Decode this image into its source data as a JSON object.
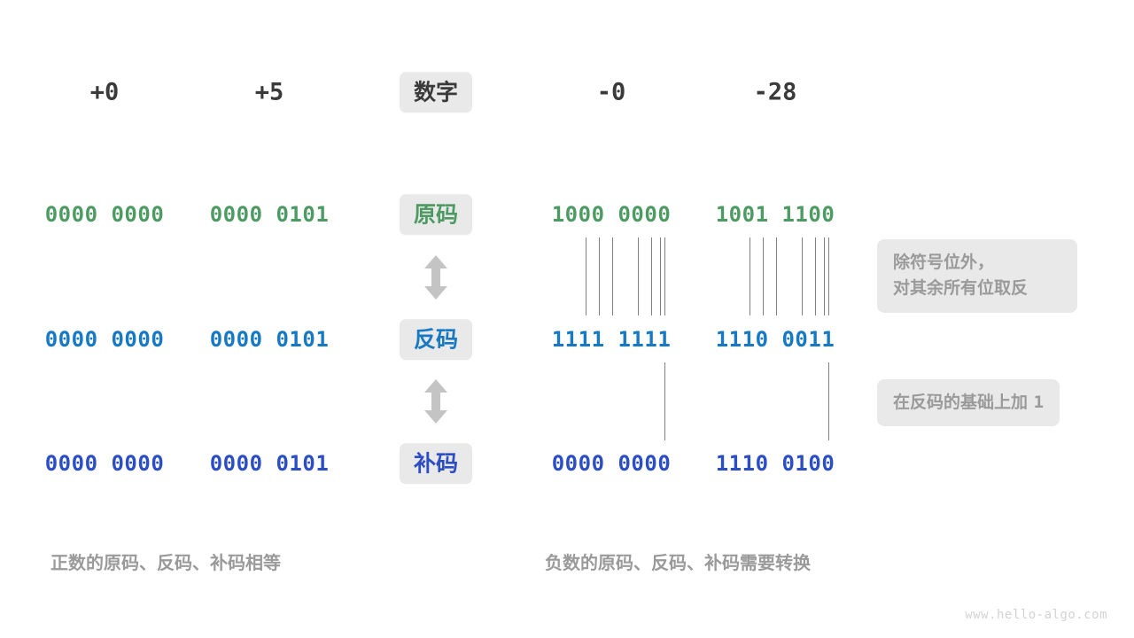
{
  "meta": {
    "background": "#ffffff",
    "watermark": "www.hello-algo.com"
  },
  "colors": {
    "sign_magnitude": "#4e9a63",
    "ones_complement": "#1779c4",
    "twos_complement": "#2b4ec4",
    "badge_bg": "#e9e9e9",
    "note_text": "#9a9a9a",
    "header_text": "#3a3a3a",
    "connector_line": "#808080"
  },
  "columns": {
    "header_label": "数字",
    "positive": [
      {
        "value": "+0"
      },
      {
        "value": "+5"
      }
    ],
    "negative": [
      {
        "value": "-0"
      },
      {
        "value": "-28"
      }
    ]
  },
  "rows": [
    {
      "key": "sign_magnitude",
      "badge": "原码",
      "positive_bits": [
        "0000 0000",
        "0000 0101"
      ],
      "negative_bits": [
        "1000 0000",
        "1001 1100"
      ]
    },
    {
      "key": "ones_complement",
      "badge": "反码",
      "positive_bits": [
        "0000 0000",
        "0000 0101"
      ],
      "negative_bits": [
        "1111 1111",
        "1110 0011"
      ]
    },
    {
      "key": "twos_complement",
      "badge": "补码",
      "positive_bits": [
        "0000 0000",
        "0000 0101"
      ],
      "negative_bits": [
        "0000 0000",
        "1110 0100"
      ]
    }
  ],
  "notes": [
    {
      "key": "invert-note",
      "text": "除符号位外，\n对其余所有位取反"
    },
    {
      "key": "plus-one-note",
      "prefix": "在反码的基础上加 ",
      "value": "1"
    }
  ],
  "captions": {
    "left": "正数的原码、反码、补码相等",
    "right": "负数的原码、反码、补码需要转换"
  },
  "arrows": {
    "between_sign_and_ones": "double-vertical-arrow",
    "between_ones_and_twos": "double-vertical-arrow"
  }
}
